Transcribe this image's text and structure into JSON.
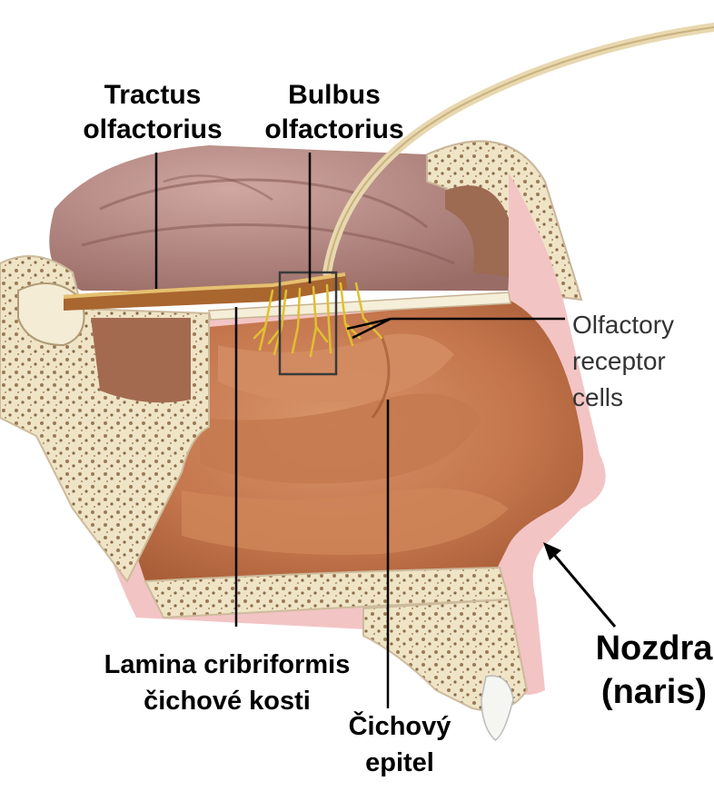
{
  "labels": {
    "tractus": [
      "Tractus",
      "olfactorius"
    ],
    "bulbus": [
      "Bulbus",
      "olfactorius"
    ],
    "receptor": [
      "Olfactory",
      "receptor",
      "cells"
    ],
    "lamina": [
      "Lamina cribriformis",
      "čichové kosti"
    ],
    "epitel": [
      "Čichový",
      "epitel"
    ],
    "nozdra": [
      "Nozdra",
      "(naris)"
    ]
  },
  "colors": {
    "skin": "#f4c2c6",
    "tissue": "#c8764c",
    "tissue_dark": "#a5532e",
    "brain": "#b98a84",
    "bone": "#efe4c6",
    "bone_dot": "#8a6a48",
    "nerve": "#e0c030",
    "leader": "#000000"
  }
}
